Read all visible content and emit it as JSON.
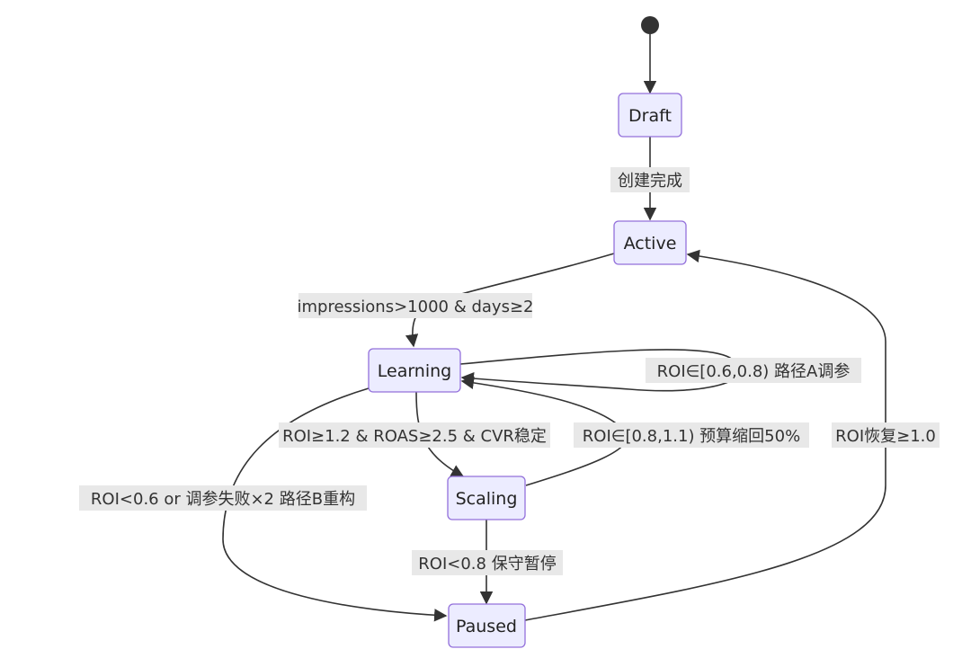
{
  "diagram": {
    "type": "state-diagram",
    "states": [
      {
        "id": "Draft",
        "label": "Draft"
      },
      {
        "id": "Active",
        "label": "Active"
      },
      {
        "id": "Learning",
        "label": "Learning"
      },
      {
        "id": "Scaling",
        "label": "Scaling"
      },
      {
        "id": "Paused",
        "label": "Paused"
      }
    ],
    "transitions": [
      {
        "from": "start",
        "to": "Draft",
        "label": ""
      },
      {
        "from": "Draft",
        "to": "Active",
        "label": "创建完成"
      },
      {
        "from": "Active",
        "to": "Learning",
        "label": "impressions>1000 & days≥2"
      },
      {
        "from": "Learning",
        "to": "Learning",
        "label": "ROI∈[0.6,0.8) 路径A调参"
      },
      {
        "from": "Learning",
        "to": "Scaling",
        "label": "ROI≥1.2 & ROAS≥2.5 & CVR稳定"
      },
      {
        "from": "Scaling",
        "to": "Learning",
        "label": "ROI∈[0.8,1.1) 预算缩回50%"
      },
      {
        "from": "Learning",
        "to": "Paused",
        "label": "ROI<0.6 or 调参失败×2 路径B重构"
      },
      {
        "from": "Scaling",
        "to": "Paused",
        "label": "ROI<0.8 保守暂停"
      },
      {
        "from": "Paused",
        "to": "Active",
        "label": "ROI恢复≥1.0"
      }
    ]
  },
  "colors": {
    "state_fill": "#ECECFF",
    "state_stroke": "#9370DB",
    "edge": "#333333",
    "label_bg": "#E8E8E8",
    "start_node": "#333333"
  }
}
